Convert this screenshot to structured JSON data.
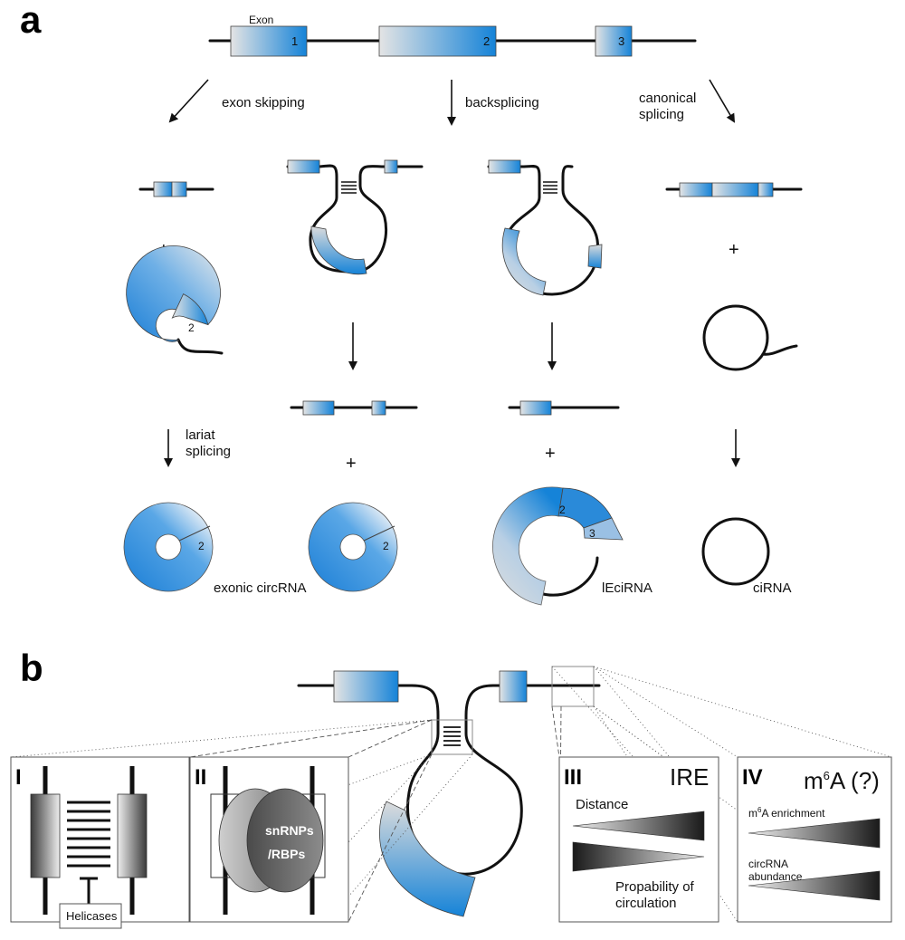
{
  "panels": {
    "a": "a",
    "b": "b"
  },
  "exon_label": "Exon",
  "exon_numbers": [
    "1",
    "2",
    "3"
  ],
  "pathways": {
    "exon_skipping": "exon skipping",
    "backsplicing": "backsplicing",
    "canonical_line1": "canonical",
    "canonical_line2": "splicing",
    "lariat_line1": "lariat",
    "lariat_line2": "splicing"
  },
  "plus": "+",
  "products": {
    "exonic_circrna": "exonic circRNA",
    "eicirna": "lEciRNA",
    "cirna": "ciRNA"
  },
  "insets": {
    "I": {
      "roman": "I",
      "helicases": "Helicases"
    },
    "II": {
      "roman": "II",
      "line1": "snRNPs",
      "line2": "/RBPs"
    },
    "III": {
      "roman": "III",
      "title": "IRE",
      "distance": "Distance",
      "prob_line1": "Propability of",
      "prob_line2": "circulation"
    },
    "IV": {
      "roman": "IV",
      "title_m": "m",
      "title_sup": "6",
      "title_rest": "A (?)",
      "m6a_m": "m",
      "m6a_sup": "6",
      "m6a_rest": "A enrichment",
      "abund_line1": "circRNA",
      "abund_line2": "abundance"
    }
  },
  "colors": {
    "exon_blue": "#1a87d9",
    "exon_grey": "#dcdcdc",
    "strand": "#111111"
  }
}
